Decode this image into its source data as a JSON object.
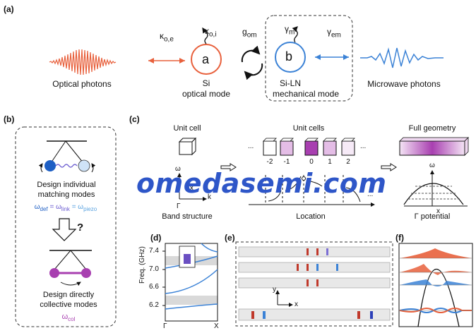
{
  "panel_a": {
    "letter": "(a)",
    "kappa_oe": "κ",
    "kappa_oe_sub": "o,e",
    "kappa_oi": "κ",
    "kappa_oi_sub": "o,i",
    "g_om": "g",
    "g_om_sub": "om",
    "gamma_m": "γ",
    "gamma_m_sub": "m",
    "gamma_em": "γ",
    "gamma_em_sub": "em",
    "mode_a": "a",
    "mode_b": "b",
    "optical_photons": "Optical photons",
    "si_title": "Si",
    "si_sub": "optical mode",
    "siln_title": "Si-LN",
    "siln_sub": "mechanical mode",
    "microwave_photons": "Microwave photons"
  },
  "panel_b": {
    "letter": "(b)",
    "design_individual": "Design individual",
    "matching_modes": "matching modes",
    "omega_def": "ω",
    "omega_def_sub": "def",
    "equals1": " = ω",
    "omega_link_sub": "link",
    "equals2": " = ω",
    "omega_piezo_sub": "piezo",
    "question": "?",
    "design_directly": "Design directly",
    "collective_modes": "collective modes",
    "omega_col": "ω",
    "omega_col_sub": "col"
  },
  "panel_c": {
    "letter": "(c)",
    "unit_cell": "Unit cell",
    "unit_cells": "Unit cells",
    "full_geometry": "Full geometry",
    "cell_indices": [
      "-2",
      "-1",
      "0",
      "1",
      "2"
    ],
    "dots": "...",
    "omega": "ω",
    "k": "k",
    "x": "x",
    "gamma_tick": "Γ",
    "x_tick": "X",
    "band_structure": "Band structure",
    "location": "Location",
    "gamma_potential": "Γ potential"
  },
  "panel_d": {
    "letter": "(d)",
    "ylabel": "Freq. (GHz)",
    "yticks": [
      "7.4",
      "7.0",
      "6.6",
      "6.2"
    ],
    "xticks": [
      "Γ",
      "X"
    ]
  },
  "panel_e": {
    "letter": "(e)",
    "axis_y": "y",
    "axis_x": "x"
  },
  "panel_f": {
    "letter": "(f)"
  },
  "watermark": "omedasemi.com",
  "colors": {
    "orange": "#e8603c",
    "blue": "#3b82d6",
    "purple": "#a83fb0",
    "gray_band": "#d9d9d9"
  }
}
